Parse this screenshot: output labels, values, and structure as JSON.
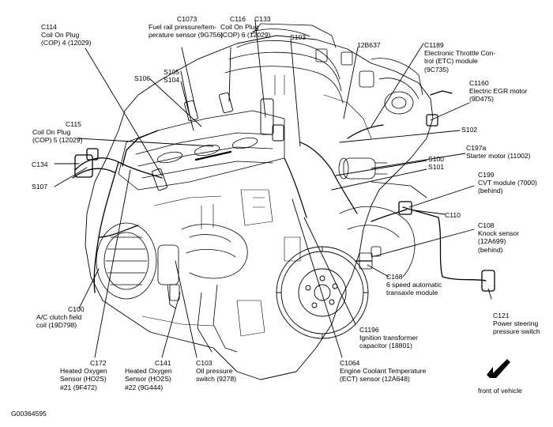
{
  "figure_id": "G00364595",
  "orientation": "front of vehicle",
  "labels": {
    "c114": [
      "C114",
      "Coil On Plug",
      "(COP) 4 (12029)"
    ],
    "c1073": [
      "C1073",
      "Fuel rail pressure/tem-",
      "perature sensor (9G756)"
    ],
    "c116": [
      "C116",
      "Coil On Plug",
      "(COP) 6 (12029)"
    ],
    "c133": [
      "C133"
    ],
    "s103": [
      "S103"
    ],
    "p12b637": [
      "12B637"
    ],
    "c1189": [
      "C1189",
      "Electronic Throttle Con-",
      "trol (ETC) module",
      "(9C735)"
    ],
    "s105": [
      "S105"
    ],
    "s104": [
      "S104"
    ],
    "s106": [
      "S106"
    ],
    "c1160": [
      "C1160",
      "Electric EGR motor",
      "(9D475)"
    ],
    "c115": [
      "C115",
      "Coil On Plug",
      "(COP) 5 (12029)"
    ],
    "s102": [
      "S102"
    ],
    "c197a": [
      "C197a",
      "Starter motor (11002)"
    ],
    "c134": [
      "C134"
    ],
    "s100": [
      "S100"
    ],
    "s101": [
      "S101"
    ],
    "s107": [
      "S107"
    ],
    "c199": [
      "C199",
      "CVT module (7000)",
      "(behind)"
    ],
    "c110": [
      "C110"
    ],
    "c108": [
      "C108",
      "Knock sensor",
      "(12A699)",
      "(behind)"
    ],
    "c168": [
      "C168",
      "6 speed automatic",
      "transaxle module"
    ],
    "c100": [
      "C100",
      "A/C clutch field",
      "coil (19D798)"
    ],
    "c121": [
      "C121",
      "Power steering",
      "pressure switch"
    ],
    "c1196": [
      "C1196",
      "Ignition transformer",
      "capacitor (18801)"
    ],
    "c172": [
      "C172",
      "Heated Oxygen",
      "Sensor (HO2S)",
      "#21 (9F472)"
    ],
    "c141": [
      "C141",
      "Heated Oxygen",
      "Sensor (HO2S)",
      "#22 (9G444)"
    ],
    "c103": [
      "C103",
      "Oil pressure",
      "switch (9278)"
    ],
    "c1064": [
      "C1064",
      "Engine Coolant Temperature",
      "(ECT) sensor (12A648)"
    ]
  }
}
